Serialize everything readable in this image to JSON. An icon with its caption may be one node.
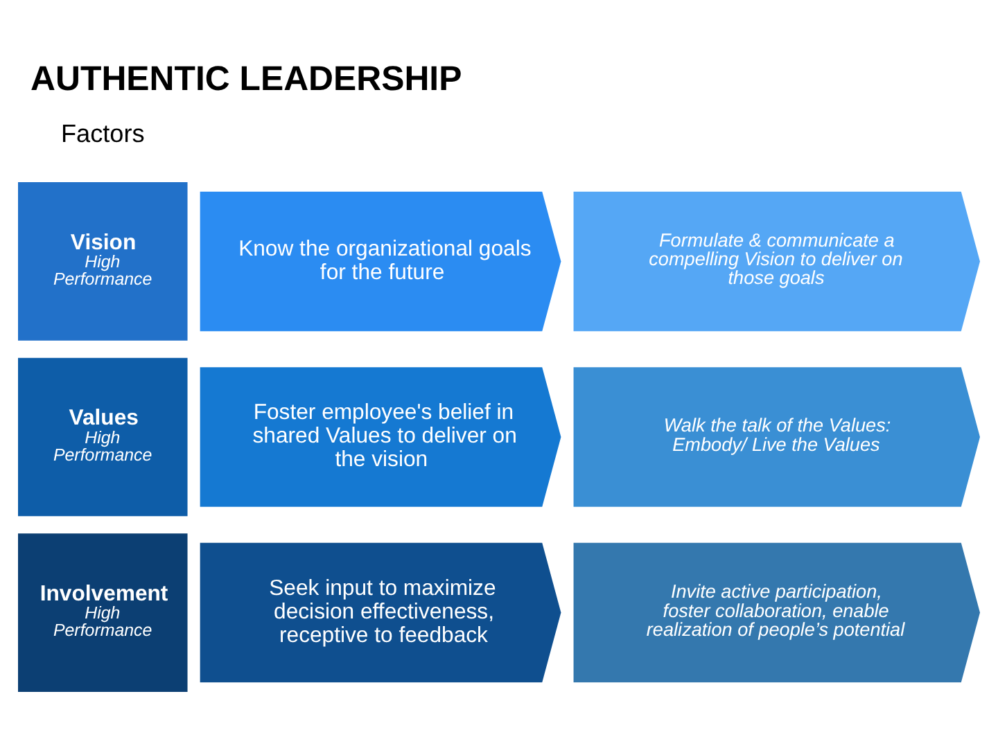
{
  "diagram": {
    "title": "AUTHENTIC LEADERSHIP",
    "nodes": [
      {
        "text": [
          "Vision",
          "High Performance"
        ]
      },
      {
        "text": [
          "Know the organizational goals for the future"
        ]
      },
      {
        "text": [
          "Formulate & communicate a compelling Vision to deliver on those goals"
        ]
      },
      {
        "text": [
          "Values",
          "High Performance"
        ]
      },
      {
        "text": [
          "Foster employee's belief in shared Values to deliver on the vision"
        ]
      },
      {
        "text": [
          "Walk the talk of the Values: Embody/ Live the Values"
        ]
      },
      {
        "text": [
          "Involvement",
          "High Performance"
        ]
      },
      {
        "text": [
          "Seek input to maximize decision effectiveness, receptive to feedback"
        ]
      },
      {
        "text": [
          "Invite active participation, foster collaboration, enable realization of people’s potential"
        ]
      }
    ],
    "edges": [],
    "labels": [
      "Factors"
    ]
  }
}
